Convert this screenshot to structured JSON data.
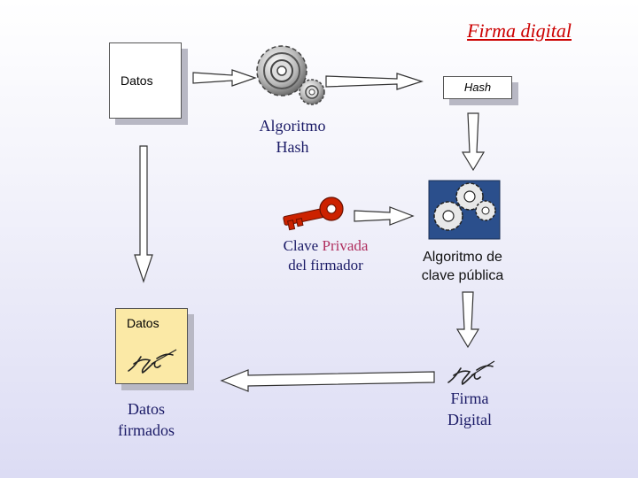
{
  "title": "Firma digital",
  "nodes": {
    "datos_box": "Datos",
    "hash_box": "Hash",
    "algoritmo_hash": [
      "Algoritmo",
      "Hash"
    ],
    "clave_privada": {
      "line1_a": "Clave",
      "line1_b": "Privada",
      "line2": "del firmador"
    },
    "algoritmo_clave_publica": [
      "Algoritmo de",
      "clave pública"
    ],
    "datos_firmados_box": "Datos",
    "datos_firmados_label": [
      "Datos",
      "firmados"
    ],
    "firma_digital": [
      "Firma",
      "Digital"
    ]
  },
  "colors": {
    "title": "#cc0000",
    "serif_text": "#1a1a66",
    "privada": "#b03060",
    "signed_box": "#fbe9a6",
    "key": "#cc2200",
    "gear_panel": "#2b4f8c"
  },
  "icons": [
    "gears-icon",
    "key-icon",
    "gears-panel-icon",
    "signature-icon"
  ]
}
